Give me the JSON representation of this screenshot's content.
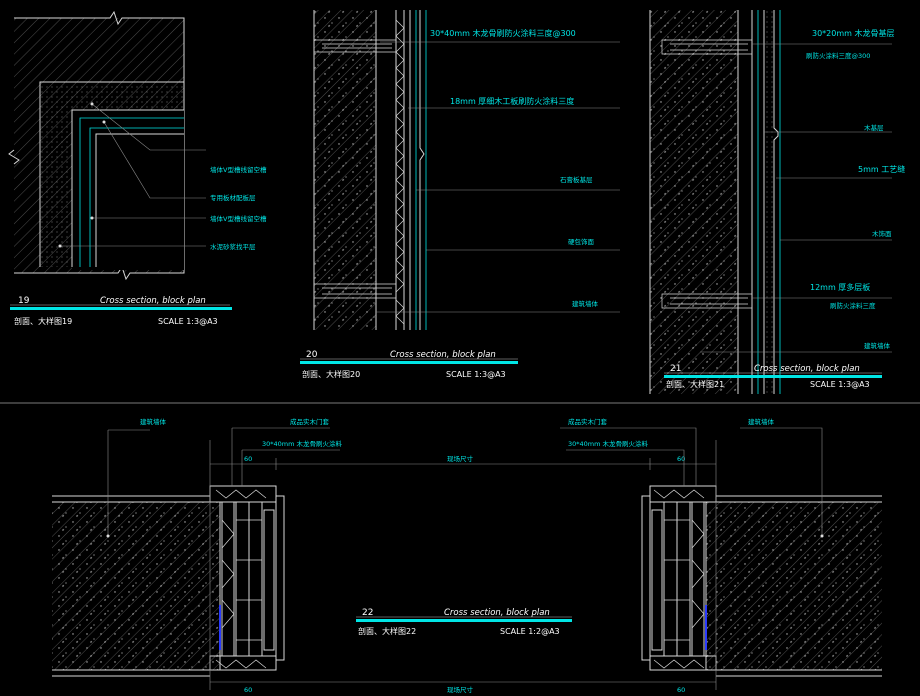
{
  "drawing": {
    "details": [
      {
        "id": "d19",
        "number": "19",
        "title": "Cross section, block plan",
        "subtitle": "剖面、大样图19",
        "scale": "SCALE 1:3@A3",
        "labels": [
          "墙体V型槽线留空槽",
          "专用板材配板层",
          "墙体V型槽线留空槽",
          "水泥砂浆找平层"
        ]
      },
      {
        "id": "d20",
        "number": "20",
        "title": "Cross section, block plan",
        "subtitle": "剖面、大样图20",
        "scale": "SCALE 1:3@A3",
        "labels": [
          "30*40mm 木龙骨刷防火涂料三度@300",
          "18mm 厚细木工板刷防火涂料三度",
          "石膏板基层",
          "硬包饰面",
          "建筑墙体"
        ]
      },
      {
        "id": "d21",
        "number": "21",
        "title": "Cross section, block plan",
        "subtitle": "剖面、大样图21",
        "scale": "SCALE 1:3@A3",
        "labels": [
          "30*20mm 木龙骨基层",
          "刷防火涂料三度@300",
          "木基层",
          "5mm 工艺缝",
          "木饰面",
          "12mm 厚多层板",
          "刷防火涂料三度",
          "建筑墙体"
        ]
      },
      {
        "id": "d22",
        "number": "22",
        "title": "Cross section, block plan",
        "subtitle": "剖面、大样图22",
        "scale": "SCALE 1:2@A3",
        "labels": [
          "建筑墙体",
          "成品实木门套",
          "30*40mm 木龙骨刷火涂料",
          "成品实木门套",
          "30*40mm 木龙骨刷火涂料",
          "建筑墙体"
        ],
        "dimensions": [
          "60",
          "现场尺寸",
          "60",
          "60",
          "现场尺寸",
          "60"
        ]
      }
    ]
  }
}
